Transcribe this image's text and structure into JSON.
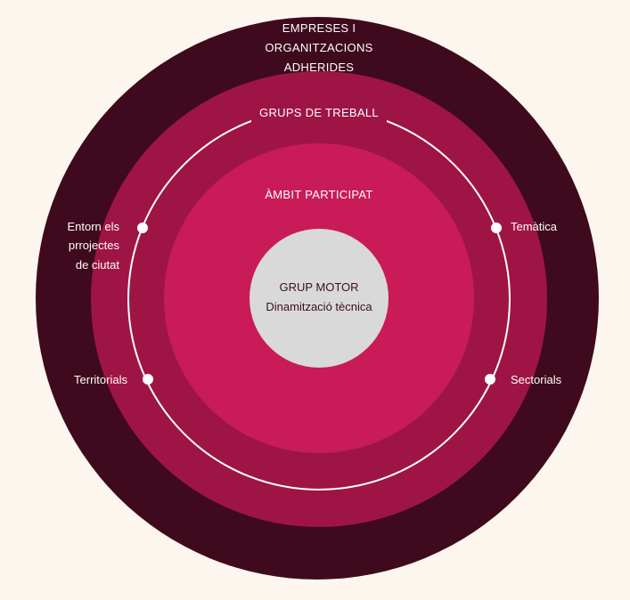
{
  "diagram": {
    "rings": {
      "outer": {
        "label_lines": [
          "EMPRESES I",
          "ORGANITZACIONS",
          "ADHERIDES"
        ],
        "color": "#3f0a1e"
      },
      "groups": {
        "label": "GRUPS DE TREBALL",
        "color": "#9e1545"
      },
      "participat": {
        "label": "ÀMBIT PARTICIPAT",
        "color": "#c91b58"
      },
      "core": {
        "label": "GRUP MOTOR",
        "sublabel": "Dinamització tècnica",
        "color": "#d9d9d9"
      }
    },
    "orbit_color": "#ffffff",
    "work_groups": {
      "top_left": {
        "lines": [
          "Entorn els",
          "prrojectes",
          "de ciutat"
        ]
      },
      "bottom_left": {
        "label": "Territorials"
      },
      "top_right": {
        "label": "Temàtica"
      },
      "bottom_right": {
        "label": "Sectorials"
      }
    },
    "background": "#fdf6ef"
  }
}
